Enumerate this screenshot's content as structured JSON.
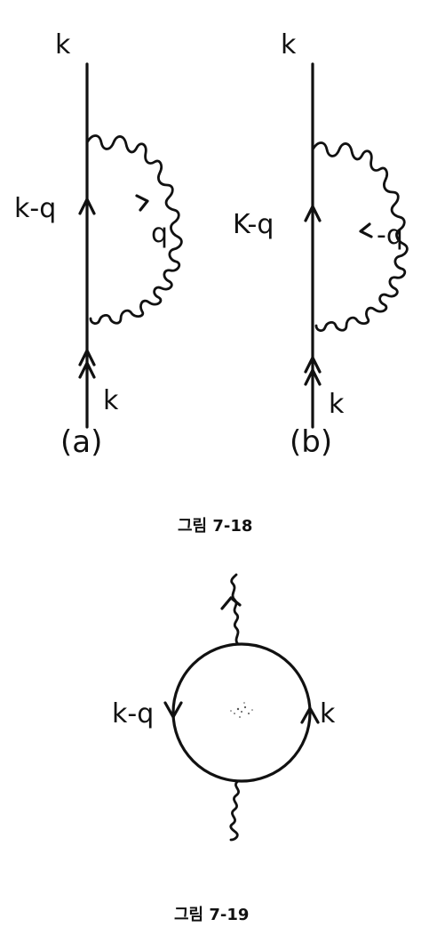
{
  "figure_7_18": {
    "diagram_a": {
      "label_top": "k",
      "label_left": "k-q",
      "label_photon": "q",
      "label_bottom": "k",
      "sublabel": "(a)"
    },
    "diagram_b": {
      "label_top": "k",
      "label_left": "K-q",
      "label_photon": "-q",
      "label_bottom": "k",
      "sublabel": "(b)"
    },
    "caption": "그림 7-18"
  },
  "figure_7_19": {
    "label_left": "k-q",
    "label_right": "k",
    "caption": "그림 7-19"
  },
  "colors": {
    "ink": "#111111",
    "background": "#ffffff"
  }
}
